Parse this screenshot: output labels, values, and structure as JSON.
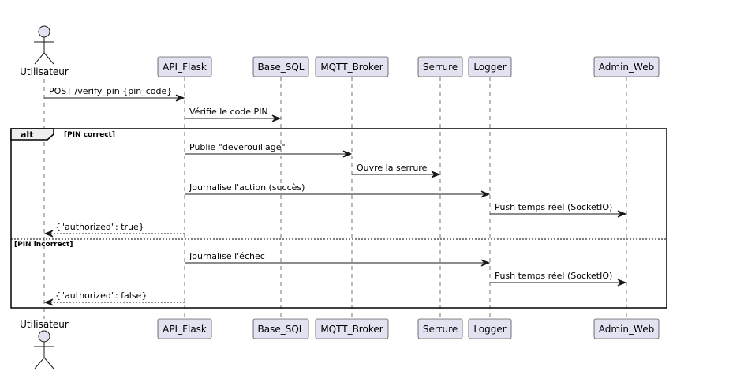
{
  "participants": [
    {
      "id": "utilisateur",
      "label": "Utilisateur",
      "kind": "actor"
    },
    {
      "id": "api_flask",
      "label": "API_Flask",
      "kind": "box"
    },
    {
      "id": "base_sql",
      "label": "Base_SQL",
      "kind": "box"
    },
    {
      "id": "mqtt_broker",
      "label": "MQTT_Broker",
      "kind": "box"
    },
    {
      "id": "serrure",
      "label": "Serrure",
      "kind": "box"
    },
    {
      "id": "logger",
      "label": "Logger",
      "kind": "box"
    },
    {
      "id": "admin_web",
      "label": "Admin_Web",
      "kind": "box"
    }
  ],
  "messages": [
    {
      "from": "utilisateur",
      "to": "api_flask",
      "label": "POST /verify_pin {pin_code}",
      "style": "sync"
    },
    {
      "from": "api_flask",
      "to": "base_sql",
      "label": "Vérifie le code PIN",
      "style": "sync"
    },
    {
      "from": "api_flask",
      "to": "mqtt_broker",
      "label": "Publie \"deverouillage\"",
      "style": "sync"
    },
    {
      "from": "mqtt_broker",
      "to": "serrure",
      "label": "Ouvre la serrure",
      "style": "sync"
    },
    {
      "from": "api_flask",
      "to": "logger",
      "label": "Journalise l'action (succès)",
      "style": "sync"
    },
    {
      "from": "logger",
      "to": "admin_web",
      "label": "Push temps réel (SocketIO)",
      "style": "sync"
    },
    {
      "from": "api_flask",
      "to": "utilisateur",
      "label": "{\"authorized\": true}",
      "style": "return"
    },
    {
      "from": "api_flask",
      "to": "logger",
      "label": "Journalise l'échec",
      "style": "sync"
    },
    {
      "from": "logger",
      "to": "admin_web",
      "label": "Push temps réel (SocketIO)",
      "style": "sync"
    },
    {
      "from": "api_flask",
      "to": "utilisateur",
      "label": "{\"authorized\": false}",
      "style": "return"
    }
  ],
  "fragment": {
    "keyword": "alt",
    "guard_1": "[PIN correct]",
    "guard_2": "[PIN incorrect]"
  },
  "colors": {
    "participant_fill": "#e2e2f0",
    "line": "#181818",
    "fragment_tab_fill": "#eeeeee"
  }
}
